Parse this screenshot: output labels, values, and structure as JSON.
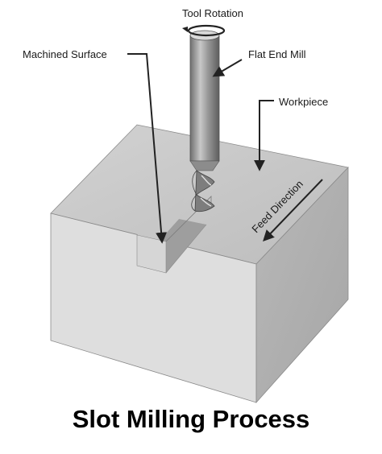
{
  "labels": {
    "tool_rotation": "Tool Rotation",
    "flat_end_mill": "Flat End Mill",
    "machined_surface": "Machined Surface",
    "workpiece": "Workpiece",
    "feed_direction": "Feed Direction"
  },
  "caption": "Slot Milling Process",
  "colors": {
    "block_top": "#c9c9c9",
    "block_left": "#dedede",
    "block_right": "#b3b3b3",
    "tool": "#9a9a9a",
    "arrow": "#222222"
  }
}
